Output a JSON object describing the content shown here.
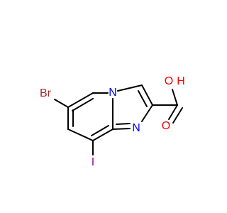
{
  "molecule": {
    "atoms": {
      "bromine": {
        "text": "Br",
        "color": "#a52a2a"
      },
      "iodine": {
        "text": "I",
        "color": "#940094"
      },
      "ring_nitrogen": {
        "text": "N",
        "color": "#0000ff"
      },
      "imine_nitrogen": {
        "text": "N",
        "color": "#0000ff"
      },
      "carbonyl_oxygen": {
        "text": "O",
        "color": "#ff0000"
      },
      "hydroxyl_oxygen": {
        "text": "O",
        "color": "#ff0000"
      },
      "hydroxyl_hydrogen": {
        "text": "H",
        "color": "#ff0000"
      }
    }
  }
}
